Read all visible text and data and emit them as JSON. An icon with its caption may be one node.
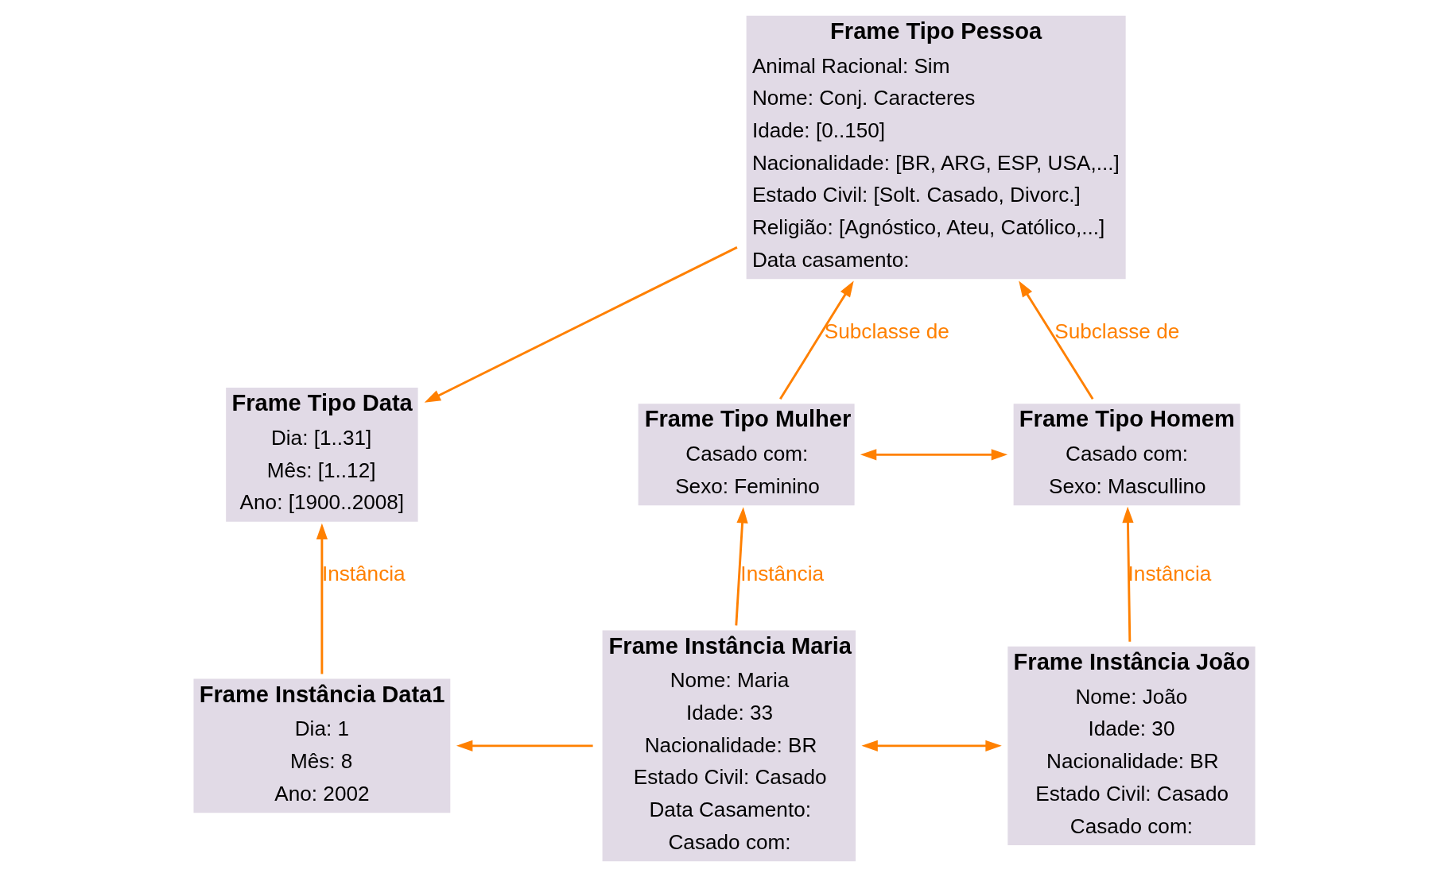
{
  "diagram": {
    "nodes": [
      {
        "text": [
          "Frame Tipo Pessoa",
          "Animal Racional: Sim",
          "Nome: Conj. Caracteres",
          "Idade: [0..150]",
          "Nacionalidade: [BR, ARG, ESP, USA,...]",
          "Estado Civil: [Solt. Casado, Divorc.]",
          "Religião: [Agnóstico, Ateu, Católico,...]",
          "Data casamento:"
        ]
      },
      {
        "text": [
          "Frame Tipo Data",
          "Dia: [1..31]",
          "Mês: [1..12]",
          "Ano: [1900..2008]"
        ]
      },
      {
        "text": [
          "Frame Tipo Homem",
          "Casado com:",
          "Sexo: Mascullino"
        ]
      },
      {
        "text": [
          "Frame Tipo Mulher",
          "Casado com:",
          "Sexo: Feminino"
        ]
      },
      {
        "text": [
          "Frame Instância João",
          "Nome: João",
          "Idade: 30",
          "Nacionalidade: BR",
          "Estado Civil: Casado",
          "Casado com:"
        ]
      },
      {
        "text": [
          "Frame Instância Maria",
          "Nome: Maria",
          "Idade: 33",
          "Nacionalidade: BR",
          "Estado Civil: Casado",
          "Data Casamento:",
          "Casado com:"
        ]
      },
      {
        "text": [
          "Frame Instância Data1",
          "Dia: 1",
          "Mês: 8",
          "Ano: 2002"
        ]
      }
    ],
    "edges": [
      {
        "from": 0,
        "to": 1,
        "arrow": "to"
      },
      {
        "from": 2,
        "to": 0,
        "arrow": "to",
        "label": "Subclasse de"
      },
      {
        "from": 3,
        "to": 0,
        "arrow": "to",
        "label": "Subclasse de"
      },
      {
        "from": 2,
        "to": 3,
        "arrow": "both"
      },
      {
        "from": 4,
        "to": 2,
        "arrow": "to",
        "label": "Instância"
      },
      {
        "from": 5,
        "to": 3,
        "arrow": "to",
        "label": "Instância"
      },
      {
        "from": 6,
        "to": 1,
        "arrow": "to",
        "label": "Instância"
      },
      {
        "from": 4,
        "to": 5,
        "arrow": "both"
      },
      {
        "from": 5,
        "to": 6,
        "arrow": "to"
      }
    ]
  }
}
